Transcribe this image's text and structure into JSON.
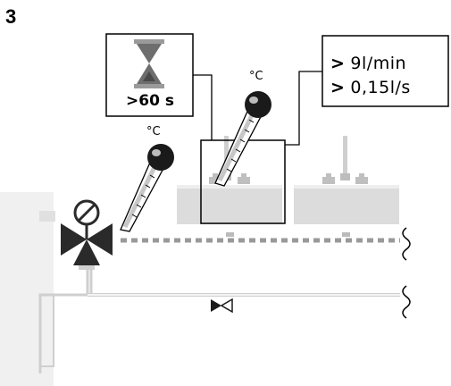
{
  "step_number": "3",
  "time_box": {
    "text": ">60 s",
    "icon": "hourglass-icon"
  },
  "flow_box": {
    "line1": {
      "marker": ">",
      "value": "9l/min"
    },
    "line2": {
      "marker": ">",
      "value": "0,15l/s"
    }
  },
  "temp_unit_left": "°C",
  "temp_unit_right": "°C",
  "colors": {
    "line": "#000000",
    "pipe": "#cfcfcf",
    "dotted": "#999999",
    "valve": "#1a1a1a",
    "sink": "#dcdcdc"
  }
}
